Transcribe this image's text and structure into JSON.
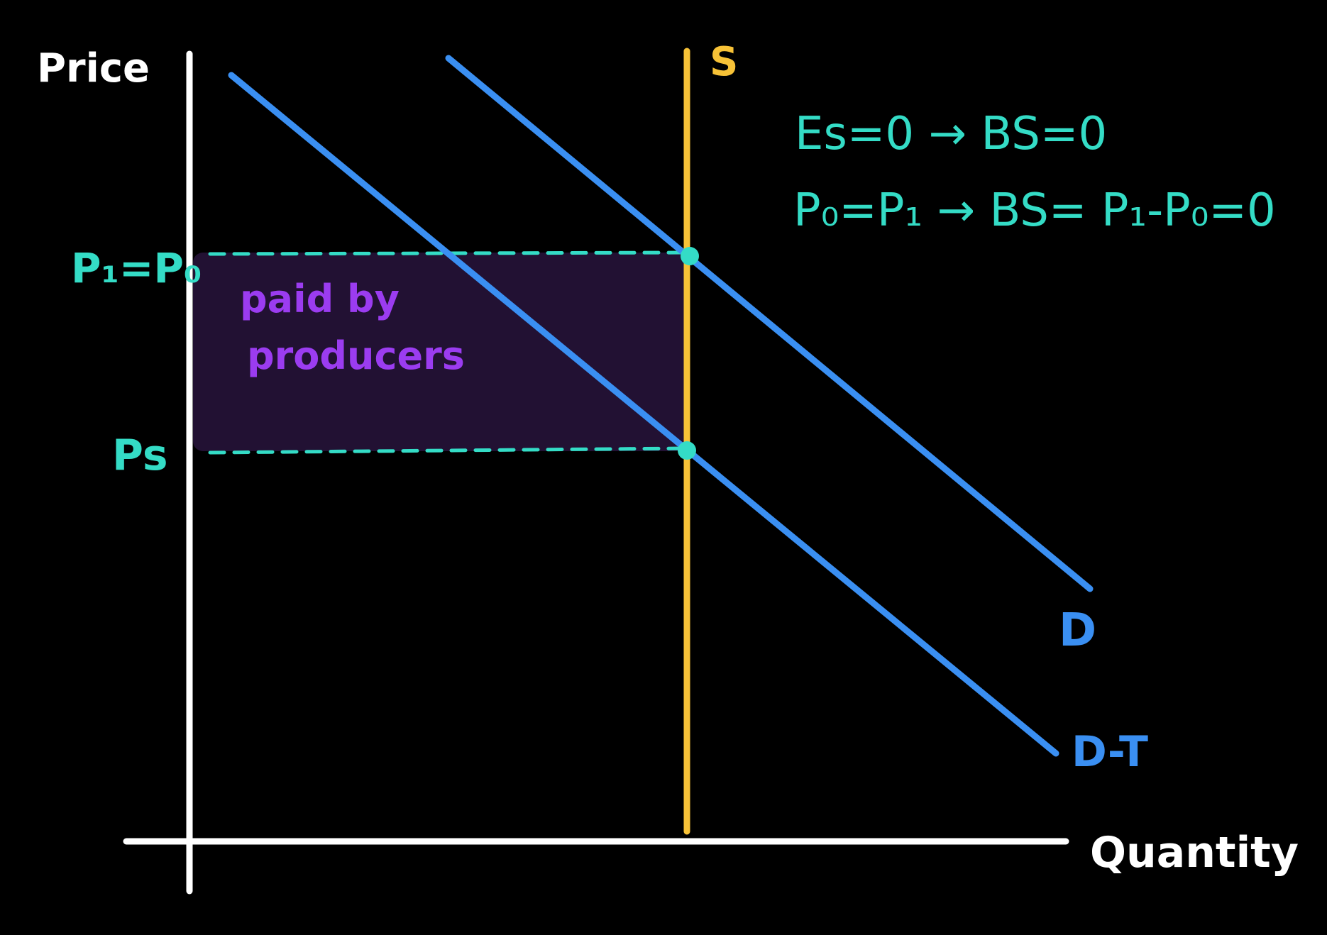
{
  "colors": {
    "background": "#000000",
    "axes": "#ffffff",
    "supply": "#f7c237",
    "demand": "#3a8ff2",
    "price_markers": "#34dcc6",
    "burden_fill": "#221133",
    "burden_text": "#9b3cf0"
  },
  "axes": {
    "y_label": "Price",
    "x_label": "Quantity"
  },
  "curves": {
    "supply_label": "S",
    "demand_label": "D",
    "demand_minus_tax_label": "D-T"
  },
  "price_levels": {
    "buyer_price_label": "P₁=P₀",
    "seller_price_label": "Ps"
  },
  "shaded_region": {
    "label_line1": "paid by",
    "label_line2": "producers"
  },
  "annotations": {
    "line1": "Es=0 → BS=0",
    "line2": "P₀=P₁ → BS= P₁-P₀=0"
  }
}
